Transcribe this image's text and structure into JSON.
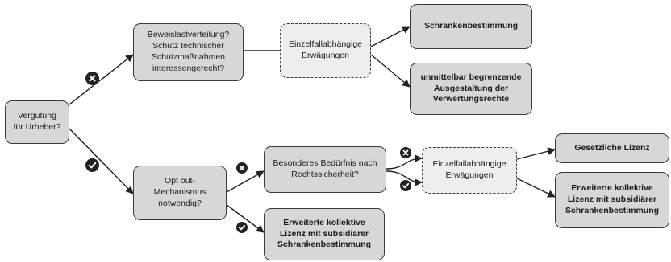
{
  "nodes": {
    "verguetung": "Vergütung\nfür Urheber?",
    "beweislast": "Beweislastverteilung?\nSchutz technischer\nSchutzmaßnahmen\ninteressengerecht?",
    "einzelfall_top": "Einzelfallabhängige\nErwägungen",
    "schranken": "Schrankenbestimmung",
    "unmittelbar": "unmittelbar begrenzende\nAusgestaltung der\nVerwertungsrechte",
    "optout": "Opt out-\nMechanismus\nnotwendig?",
    "beduerfnis": "Besonderes Bedürfnis nach\nRechtssicherheit?",
    "einzelfall_mid": "Einzelfallabhängige\nErwägungen",
    "gesetzliche": "Gesetzliche Lizenz",
    "erweiterte_right": "Erweiterte kollektive\nLizenz mit subsidiärer\nSchrankenbestimmung",
    "erweiterte_bottom": "Erweiterte kollektive\nLizenz mit subsidiärer\nSchrankenbestimmung"
  },
  "badges": {
    "no_icon": "x-circle-icon",
    "yes_icon": "check-circle-icon"
  },
  "colors": {
    "box_fill": "#d7d7d7",
    "dashed_fill": "#eeeeee",
    "stroke": "#3a3a3a",
    "badge": "#222222"
  }
}
